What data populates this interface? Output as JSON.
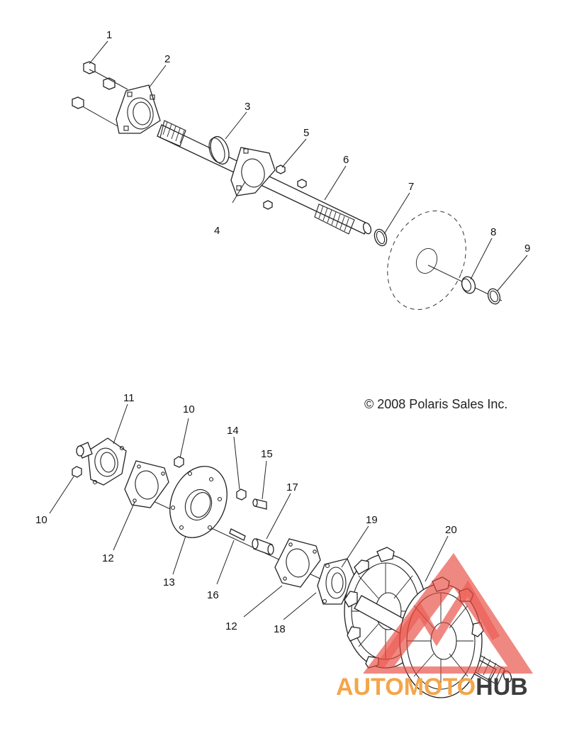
{
  "copyright": "© 2008 Polaris Sales Inc.",
  "watermark": {
    "left": "AUTOMOTO",
    "right": "HUB",
    "left_color": "#f3a64a",
    "right_color": "#3c3c3c",
    "logo_color": "#e8463c"
  },
  "callouts": [
    {
      "id": "c1",
      "text": "1"
    },
    {
      "id": "c2",
      "text": "2"
    },
    {
      "id": "c3",
      "text": "3"
    },
    {
      "id": "c4",
      "text": "4"
    },
    {
      "id": "c5",
      "text": "5"
    },
    {
      "id": "c6",
      "text": "6"
    },
    {
      "id": "c7",
      "text": "7"
    },
    {
      "id": "c8",
      "text": "8"
    },
    {
      "id": "c9",
      "text": "9"
    },
    {
      "id": "c10a",
      "text": "10"
    },
    {
      "id": "c10b",
      "text": "10"
    },
    {
      "id": "c11",
      "text": "11"
    },
    {
      "id": "c12a",
      "text": "12"
    },
    {
      "id": "c12b",
      "text": "12"
    },
    {
      "id": "c13",
      "text": "13"
    },
    {
      "id": "c14",
      "text": "14"
    },
    {
      "id": "c15",
      "text": "15"
    },
    {
      "id": "c16",
      "text": "16"
    },
    {
      "id": "c17",
      "text": "17"
    },
    {
      "id": "c18",
      "text": "18"
    },
    {
      "id": "c19",
      "text": "19"
    },
    {
      "id": "c20",
      "text": "20"
    }
  ]
}
